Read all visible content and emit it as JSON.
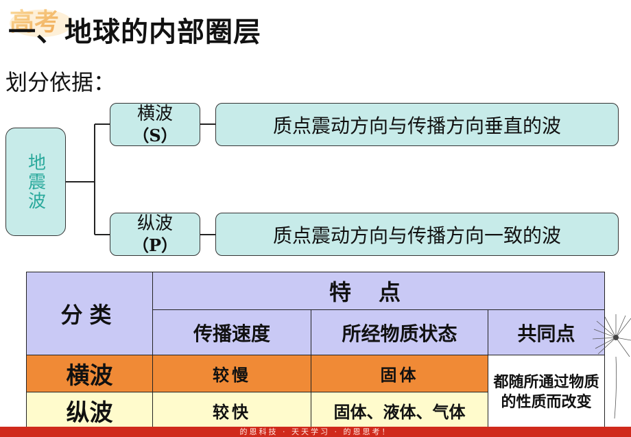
{
  "header": {
    "logo_text": "高考",
    "title": "一、地球的内部圈层",
    "subtitle": "划分依据："
  },
  "diagram": {
    "root": "地震波",
    "branches": [
      {
        "name": "横波",
        "code": "（S）",
        "description": "质点震动方向与传播方向垂直的波"
      },
      {
        "name": "纵波",
        "code": "（P）",
        "description": "质点震动方向与传播方向一致的波"
      }
    ]
  },
  "table": {
    "category_header": "分类",
    "features_header": "特点",
    "columns": [
      "传播速度",
      "所经物质状态",
      "共同点"
    ],
    "rows": [
      {
        "name": "横波",
        "speed": "较慢",
        "state": "固体"
      },
      {
        "name": "纵波",
        "speed": "较快",
        "state": "固体、液体、气体"
      }
    ],
    "common": "都随所通过物质的性质而改变"
  },
  "footer": {
    "text": "的恩科技 · 天天学习 · 的恩思考！"
  },
  "colors": {
    "box_fill": "#c7ebe9",
    "root_text": "#2aa99c",
    "table_header": "#c9c9f5",
    "row_shear": "#f08a36",
    "row_longitudinal": "#fffbcc",
    "footer_bar": "#d02a1c"
  }
}
